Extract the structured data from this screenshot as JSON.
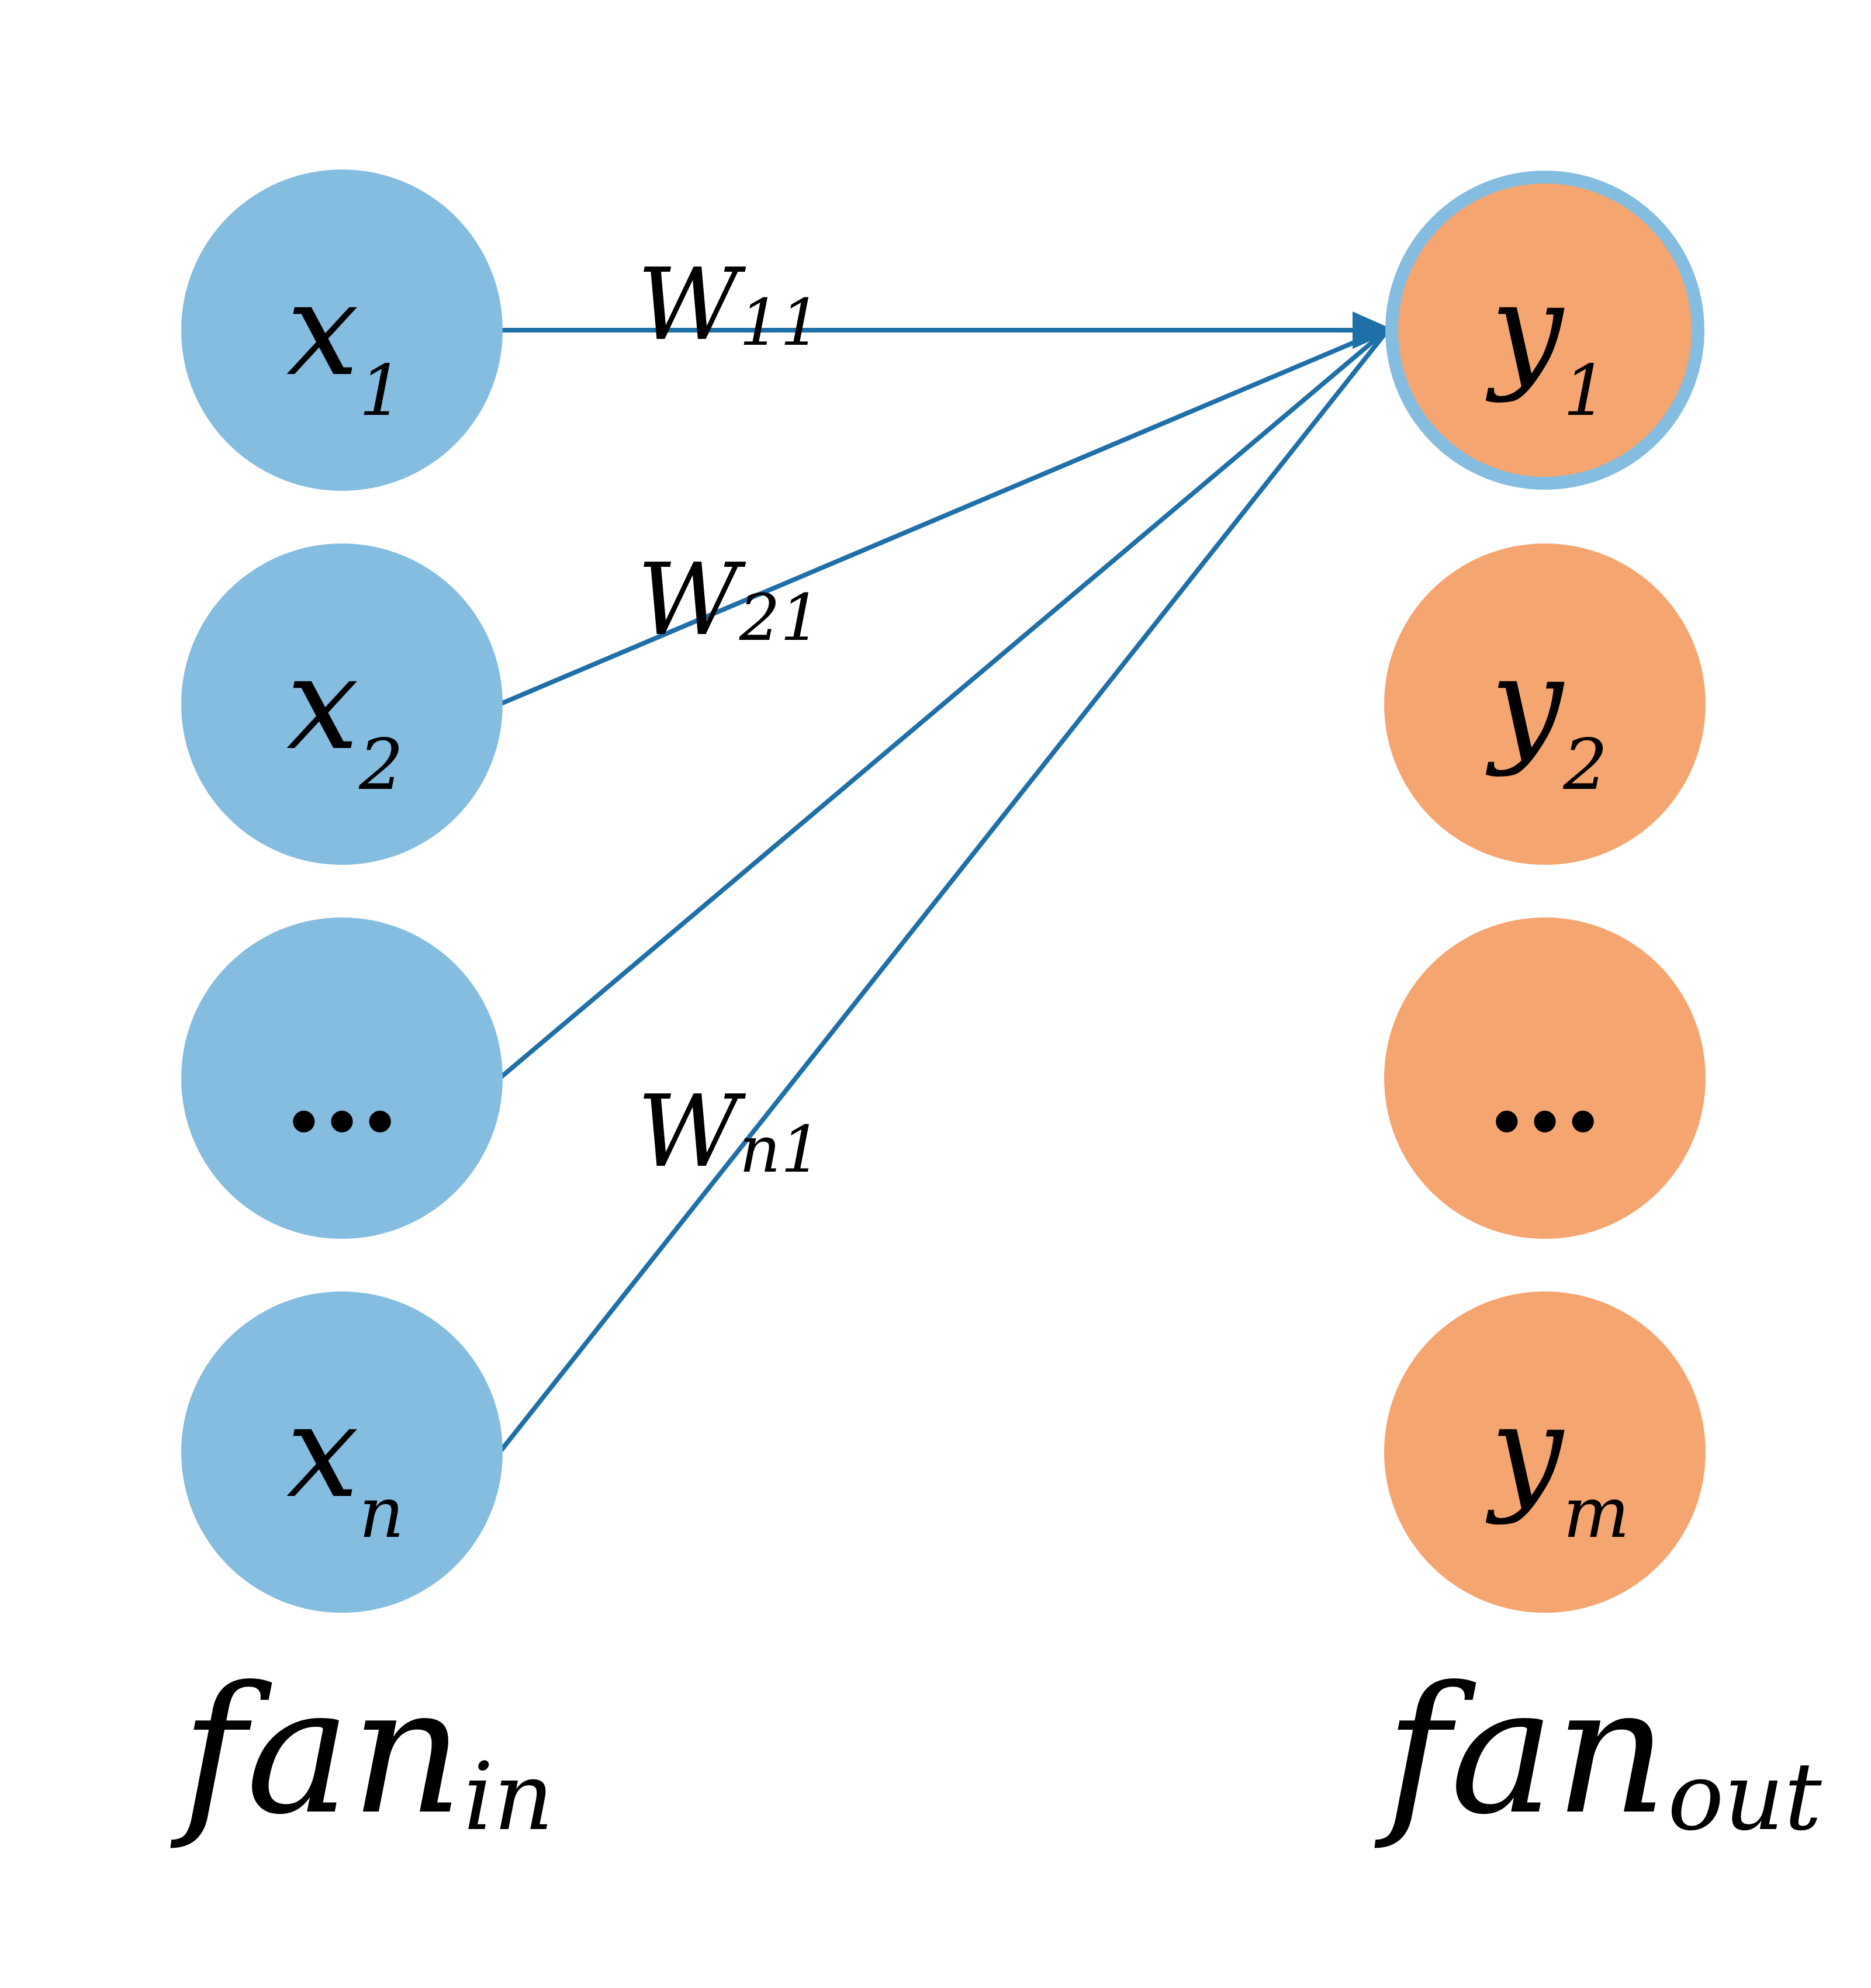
{
  "colors": {
    "input_node": "#85bde0",
    "output_node": "#f5a570",
    "edge": "#1f6fa8",
    "highlight_ring": "#85bde0"
  },
  "inputs": [
    {
      "main": "x",
      "sub": "1"
    },
    {
      "main": "x",
      "sub": "2"
    },
    {
      "main": "…",
      "sub": ""
    },
    {
      "main": "x",
      "sub": "n"
    }
  ],
  "outputs": [
    {
      "main": "y",
      "sub": "1"
    },
    {
      "main": "y",
      "sub": "2"
    },
    {
      "main": "…",
      "sub": ""
    },
    {
      "main": "y",
      "sub": "m"
    }
  ],
  "weights": [
    {
      "main": "W",
      "sub": "11"
    },
    {
      "main": "W",
      "sub": "21"
    },
    {
      "main": "W",
      "sub": "n1"
    }
  ],
  "fan_in": {
    "main": "fan",
    "sub": "in"
  },
  "fan_out": {
    "main": "fan",
    "sub": "out"
  }
}
